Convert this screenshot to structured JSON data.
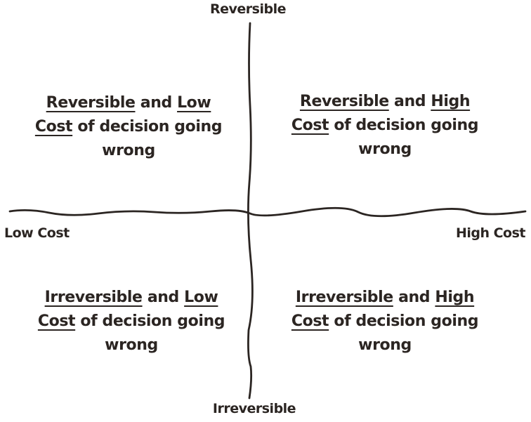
{
  "colors": {
    "ink": "#2b2522",
    "background": "#ffffff"
  },
  "axis_labels": {
    "top": "Reversible",
    "bottom": "Irreversible",
    "left": "Low Cost",
    "right": "High Cost"
  },
  "quadrants": {
    "top_left": {
      "lines": [
        [
          {
            "t": "Reversible",
            "u": true
          },
          {
            "t": " and ",
            "u": false
          },
          {
            "t": "Low",
            "u": true
          }
        ],
        [
          {
            "t": "Cost",
            "u": true
          },
          {
            "t": " of decision going",
            "u": false
          }
        ],
        [
          {
            "t": "wrong",
            "u": false
          }
        ]
      ]
    },
    "top_right": {
      "lines": [
        [
          {
            "t": "Reversible",
            "u": true
          },
          {
            "t": " and ",
            "u": false
          },
          {
            "t": "High",
            "u": true
          }
        ],
        [
          {
            "t": "Cost",
            "u": true
          },
          {
            "t": " of decision going",
            "u": false
          }
        ],
        [
          {
            "t": "wrong",
            "u": false
          }
        ]
      ]
    },
    "bottom_left": {
      "lines": [
        [
          {
            "t": "Irreversible",
            "u": true
          },
          {
            "t": " and ",
            "u": false
          },
          {
            "t": "Low",
            "u": true
          }
        ],
        [
          {
            "t": "Cost",
            "u": true
          },
          {
            "t": " of decision going",
            "u": false
          }
        ],
        [
          {
            "t": "wrong",
            "u": false
          }
        ]
      ]
    },
    "bottom_right": {
      "lines": [
        [
          {
            "t": "Irreversible",
            "u": true
          },
          {
            "t": " and ",
            "u": false
          },
          {
            "t": "High",
            "u": true
          }
        ],
        [
          {
            "t": "Cost",
            "u": true
          },
          {
            "t": " of decision going",
            "u": false
          }
        ],
        [
          {
            "t": "wrong",
            "u": false
          }
        ]
      ]
    }
  }
}
